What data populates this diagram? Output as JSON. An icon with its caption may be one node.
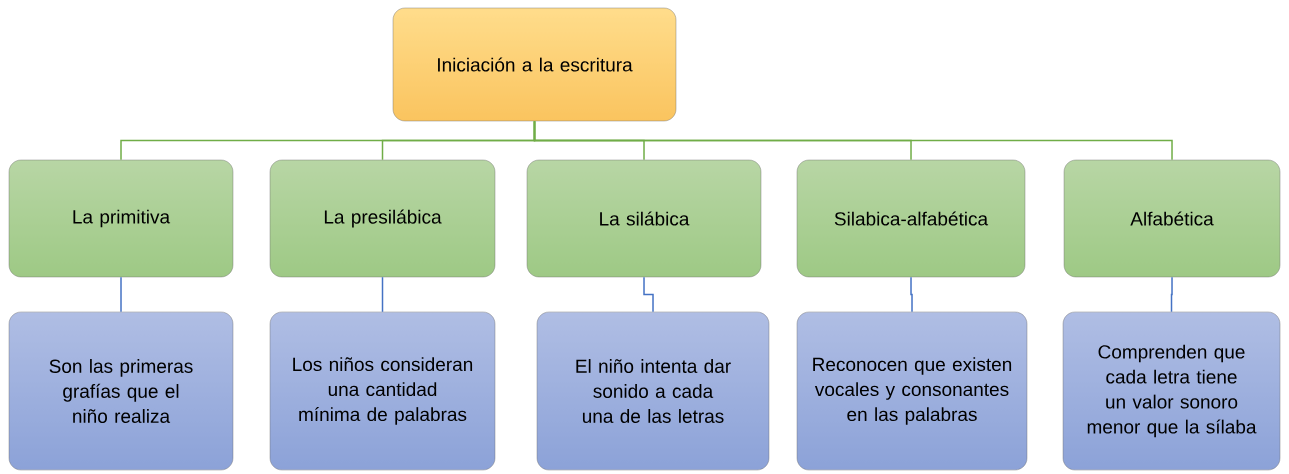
{
  "diagram": {
    "nodes": [
      {
        "text": [
          "Iniciación a la escritura"
        ]
      },
      {
        "text": [
          "La primitiva"
        ]
      },
      {
        "text": [
          "La presilábica"
        ]
      },
      {
        "text": [
          "La silábica"
        ]
      },
      {
        "text": [
          "Silabica-alfabética"
        ]
      },
      {
        "text": [
          "Alfabética"
        ]
      },
      {
        "text": [
          "Son las primeras grafías que el niño realiza"
        ]
      },
      {
        "text": [
          "Los niños consideran una cantidad mínima de palabras"
        ]
      },
      {
        "text": [
          "El niño intenta dar sonido a cada una de las letras"
        ]
      },
      {
        "text": [
          "Reconocen que existen vocales y consonantes en las palabras"
        ]
      },
      {
        "text": [
          "Comprenden que cada letra tiene un valor sonoro menor que la sílaba"
        ]
      }
    ],
    "edges": [
      {
        "from": 0,
        "to": 1,
        "arrow": "none",
        "color": "#70ad47"
      },
      {
        "from": 0,
        "to": 2,
        "arrow": "none",
        "color": "#70ad47"
      },
      {
        "from": 0,
        "to": 3,
        "arrow": "none",
        "color": "#70ad47"
      },
      {
        "from": 0,
        "to": 4,
        "arrow": "none",
        "color": "#70ad47"
      },
      {
        "from": 0,
        "to": 5,
        "arrow": "none",
        "color": "#70ad47"
      },
      {
        "from": 1,
        "to": 6,
        "arrow": "none",
        "color": "#4472c4"
      },
      {
        "from": 2,
        "to": 7,
        "arrow": "none",
        "color": "#4472c4"
      },
      {
        "from": 3,
        "to": 8,
        "arrow": "none",
        "color": "#4472c4"
      },
      {
        "from": 4,
        "to": 9,
        "arrow": "none",
        "color": "#4472c4"
      },
      {
        "from": 5,
        "to": 10,
        "arrow": "none",
        "color": "#4472c4"
      }
    ]
  }
}
